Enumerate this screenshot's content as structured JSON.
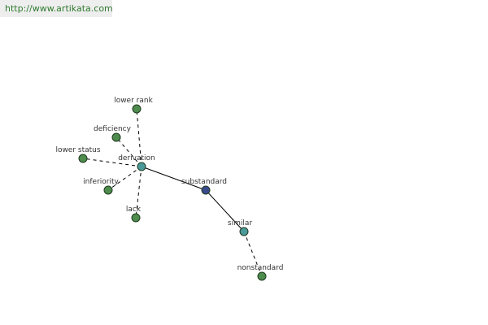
{
  "header": {
    "url": "http://www.artikata.com"
  },
  "colors": {
    "word_node": "#4d8c4d",
    "center_node": "#4a9a9a",
    "term_node": "#3a4a8a",
    "edge": "#000000"
  },
  "graph": {
    "nodes": [
      {
        "id": "lower-rank",
        "label": "lower rank",
        "kind": "word"
      },
      {
        "id": "deficiency",
        "label": "deficiency",
        "kind": "word"
      },
      {
        "id": "lower-status",
        "label": "lower status",
        "kind": "word"
      },
      {
        "id": "derivation",
        "label": "derivation",
        "kind": "center"
      },
      {
        "id": "inferiority",
        "label": "inferiority",
        "kind": "word"
      },
      {
        "id": "lack",
        "label": "lack",
        "kind": "word"
      },
      {
        "id": "substandard",
        "label": "substandard",
        "kind": "term"
      },
      {
        "id": "similar",
        "label": "similar",
        "kind": "center"
      },
      {
        "id": "nonstandard",
        "label": "nonstandard",
        "kind": "word"
      }
    ],
    "edges": [
      {
        "from": "derivation",
        "to": "lower-rank",
        "style": "dashed"
      },
      {
        "from": "derivation",
        "to": "deficiency",
        "style": "dashed"
      },
      {
        "from": "derivation",
        "to": "lower-status",
        "style": "dashed"
      },
      {
        "from": "derivation",
        "to": "inferiority",
        "style": "dashed"
      },
      {
        "from": "derivation",
        "to": "lack",
        "style": "dashed"
      },
      {
        "from": "derivation",
        "to": "substandard",
        "style": "solid"
      },
      {
        "from": "substandard",
        "to": "similar",
        "style": "solid"
      },
      {
        "from": "similar",
        "to": "nonstandard",
        "style": "dashed"
      }
    ]
  }
}
